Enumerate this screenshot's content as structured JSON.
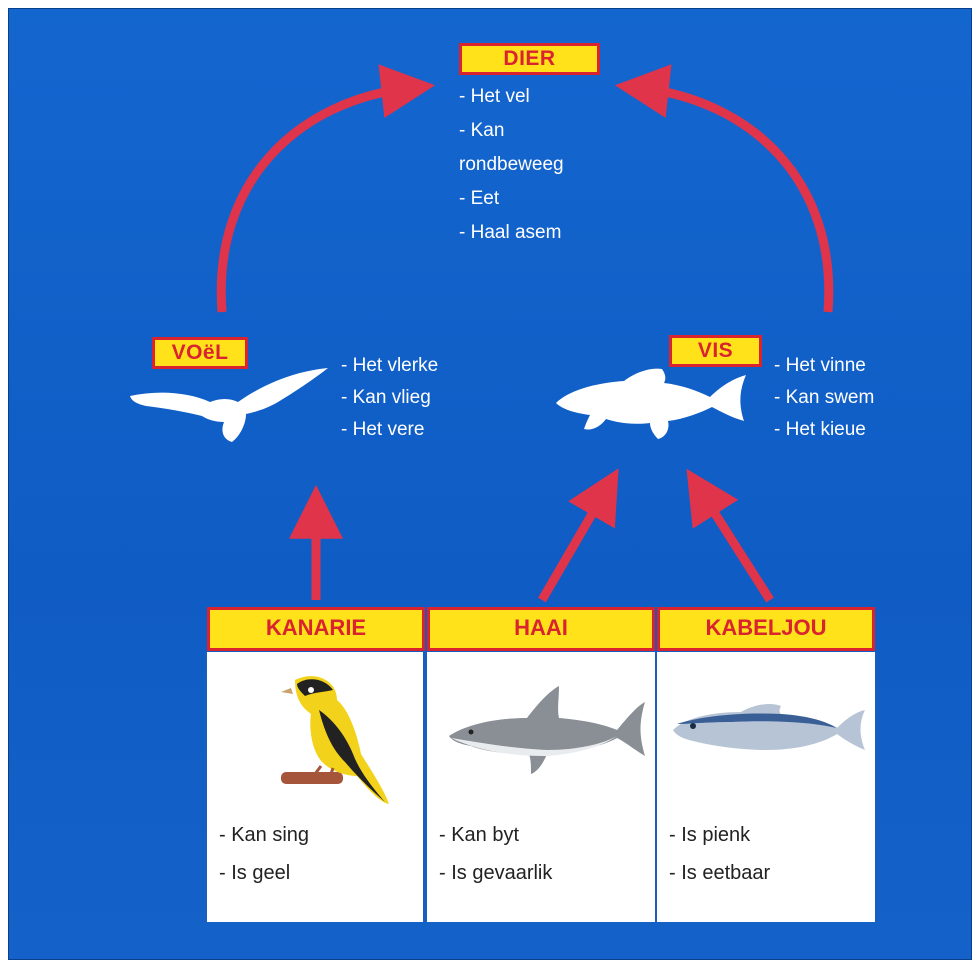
{
  "root": {
    "label": "DIER",
    "traits": [
      "- Het vel",
      "- Kan",
      "rondbeweeg",
      "- Eet",
      "- Haal asem"
    ]
  },
  "bird_class": {
    "label": "VOëL",
    "traits": [
      "- Het vlerke",
      "- Kan vlieg",
      "- Het vere"
    ]
  },
  "fish_class": {
    "label": "VIS",
    "traits": [
      "- Het vinne",
      "- Kan swem",
      "- Het kieue"
    ]
  },
  "examples": [
    {
      "label": "KANARIE",
      "facts": [
        "- Kan sing",
        "- Is geel"
      ]
    },
    {
      "label": "HAAI",
      "facts": [
        "- Kan byt",
        "- Is gevaarlik"
      ]
    },
    {
      "label": "KABELJOU",
      "facts": [
        "- Is pienk",
        "- Is eetbaar"
      ]
    }
  ],
  "colors": {
    "background": "#1466cf",
    "label_fill": "#ffe21a",
    "label_border": "#d9242f",
    "arrow": "#e0344a"
  }
}
